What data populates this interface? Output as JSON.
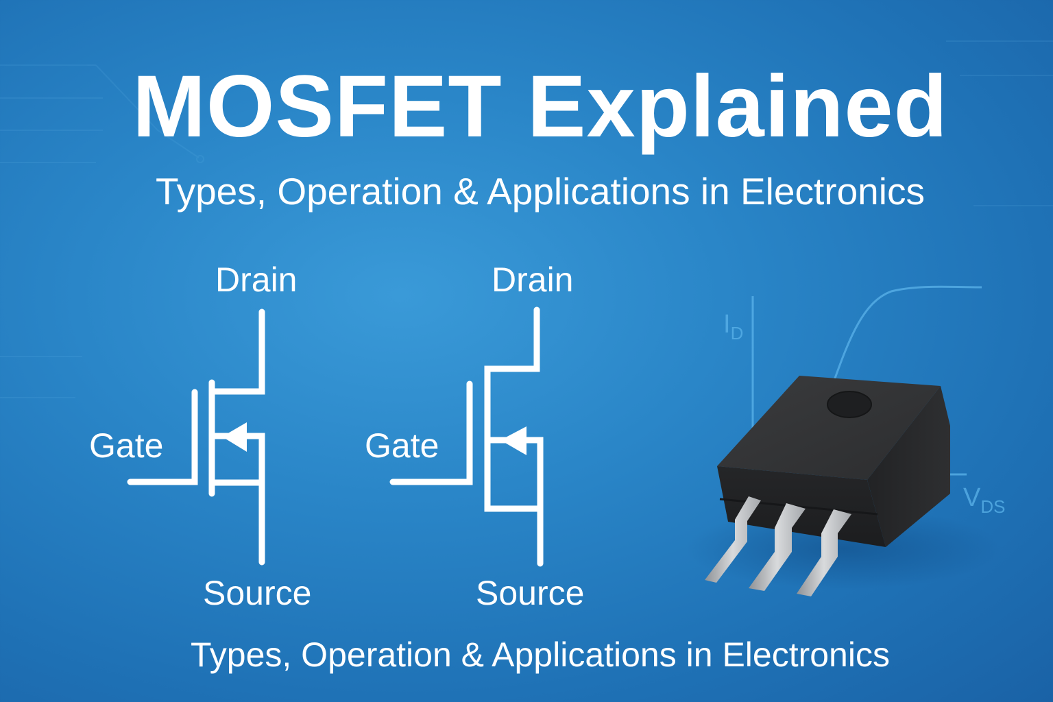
{
  "header": {
    "title": "MOSFET Explained",
    "subtitle": "Types, Operation & Applications in Electronics"
  },
  "symbols": [
    {
      "name": "mosfet-symbol-left",
      "labels": {
        "drain": "Drain",
        "gate": "Gate",
        "source": "Source"
      }
    },
    {
      "name": "mosfet-symbol-right",
      "labels": {
        "drain": "Drain",
        "gate": "Gate",
        "source": "Source"
      }
    }
  ],
  "graph": {
    "y_axis_label": "I",
    "y_axis_sub": "D",
    "x_axis_label": "V",
    "x_axis_sub": "DS"
  },
  "component": {
    "type": "three-lead transistor package"
  },
  "footer": {
    "text": "Types, Operation & Applications in Electronics"
  },
  "colors": {
    "background": "#2a86c8",
    "foreground": "#ffffff",
    "graph_line": "#5bb3ea",
    "package_body": "#2b2c2e",
    "lead_metal": "#b9bcc0"
  }
}
